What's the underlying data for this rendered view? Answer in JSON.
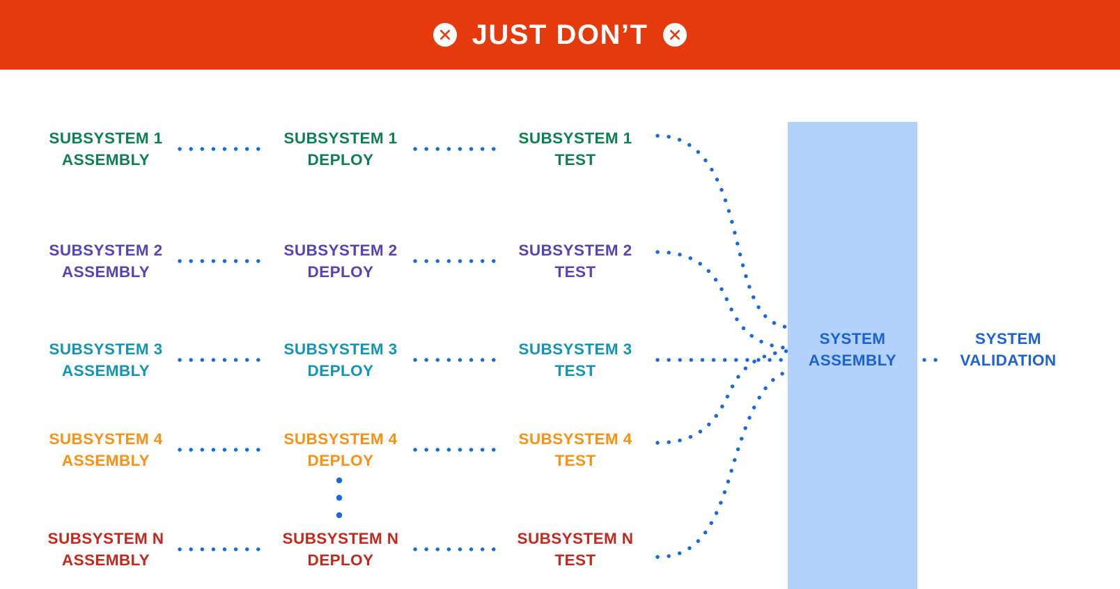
{
  "banner": {
    "title": "JUST DON’T",
    "left_icon": "x-circle-icon",
    "right_icon": "x-circle-icon",
    "background_color": "#e5390e",
    "text_color": "#ffffff"
  },
  "diagram": {
    "connector_color": "#1668e3",
    "columns": [
      "ASSEMBLY",
      "DEPLOY",
      "TEST"
    ],
    "rows": [
      {
        "id": "subsystem-1",
        "color": "#0e8050",
        "cells": [
          {
            "line1": "SUBSYSTEM 1",
            "line2": "ASSEMBLY"
          },
          {
            "line1": "SUBSYSTEM 1",
            "line2": "DEPLOY"
          },
          {
            "line1": "SUBSYSTEM 1",
            "line2": "TEST"
          }
        ]
      },
      {
        "id": "subsystem-2",
        "color": "#5344b8",
        "cells": [
          {
            "line1": "SUBSYSTEM 2",
            "line2": "ASSEMBLY"
          },
          {
            "line1": "SUBSYSTEM 2",
            "line2": "DEPLOY"
          },
          {
            "line1": "SUBSYSTEM 2",
            "line2": "TEST"
          }
        ]
      },
      {
        "id": "subsystem-3",
        "color": "#1194b5",
        "cells": [
          {
            "line1": "SUBSYSTEM 3",
            "line2": "ASSEMBLY"
          },
          {
            "line1": "SUBSYSTEM 3",
            "line2": "DEPLOY"
          },
          {
            "line1": "SUBSYSTEM 3",
            "line2": "TEST"
          }
        ]
      },
      {
        "id": "subsystem-4",
        "color": "#fb9012",
        "cells": [
          {
            "line1": "SUBSYSTEM 4",
            "line2": "ASSEMBLY"
          },
          {
            "line1": "SUBSYSTEM 4",
            "line2": "DEPLOY"
          },
          {
            "line1": "SUBSYSTEM 4",
            "line2": "TEST"
          }
        ]
      },
      {
        "id": "subsystem-n",
        "color": "#c4281c",
        "cells": [
          {
            "line1": "SUBSYSTEM N",
            "line2": "ASSEMBLY"
          },
          {
            "line1": "SUBSYSTEM N",
            "line2": "DEPLOY"
          },
          {
            "line1": "SUBSYSTEM N",
            "line2": "TEST"
          }
        ]
      }
    ],
    "ellipsis": {
      "name": "vertical-ellipsis",
      "dot_count": 3,
      "color": "#1668e3"
    },
    "system_assembly": {
      "line1": "SYSTEM",
      "line2": "ASSEMBLY",
      "block_color": "#b3d2fb",
      "text_color": "#1a62d6"
    },
    "system_validation": {
      "line1": "SYSTEM",
      "line2": "VALIDATION",
      "text_color": "#1a62d6"
    }
  }
}
